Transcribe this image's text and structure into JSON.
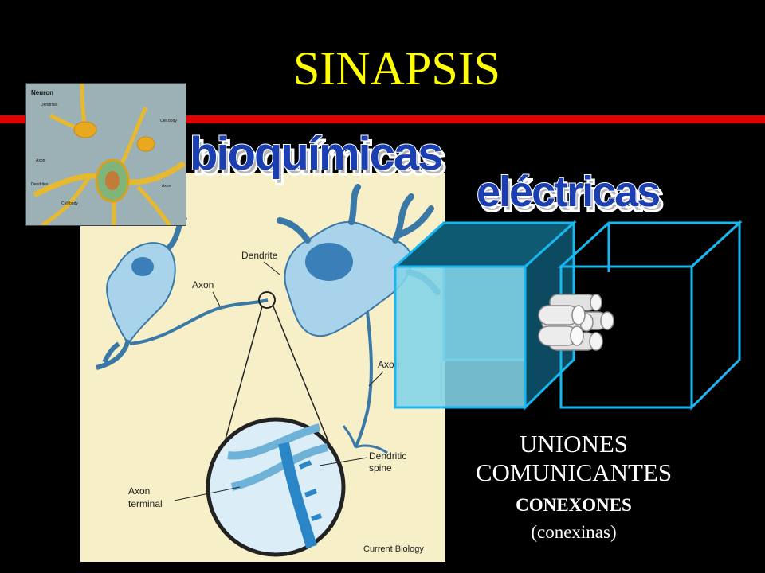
{
  "slide": {
    "title": "SINAPSIS",
    "chemical_label": "bioquímicas",
    "electrical_label": "eléctricas",
    "caption": {
      "line1": "UNIONES",
      "line2": "COMUNICANTES",
      "line3": "CONEXONES",
      "line4": "(conexinas)"
    }
  },
  "neuron_figure": {
    "labels": {
      "dendrite": "Dendrite",
      "axon_left": "Axon",
      "axon_right": "Axon",
      "dendritic_spine_1": "Dendritic",
      "dendritic_spine_2": "spine",
      "axon_terminal_1": "Axon",
      "axon_terminal_2": "terminal",
      "credit": "Current Biology"
    }
  },
  "inset_figure": {
    "labels": {
      "neuron": "Neuron",
      "dendrites_top": "Dendrites",
      "axon": "Axon",
      "dendrites_bottom": "Dendrites",
      "cell_body_right": "Cell body",
      "cell_body_bottom": "Cell body",
      "axon_right": "Axon"
    }
  },
  "colors": {
    "title": "#ffff00",
    "divider": "#e00000",
    "wordart": "#1b3fb0",
    "cube_edge": "#19b7f0"
  }
}
